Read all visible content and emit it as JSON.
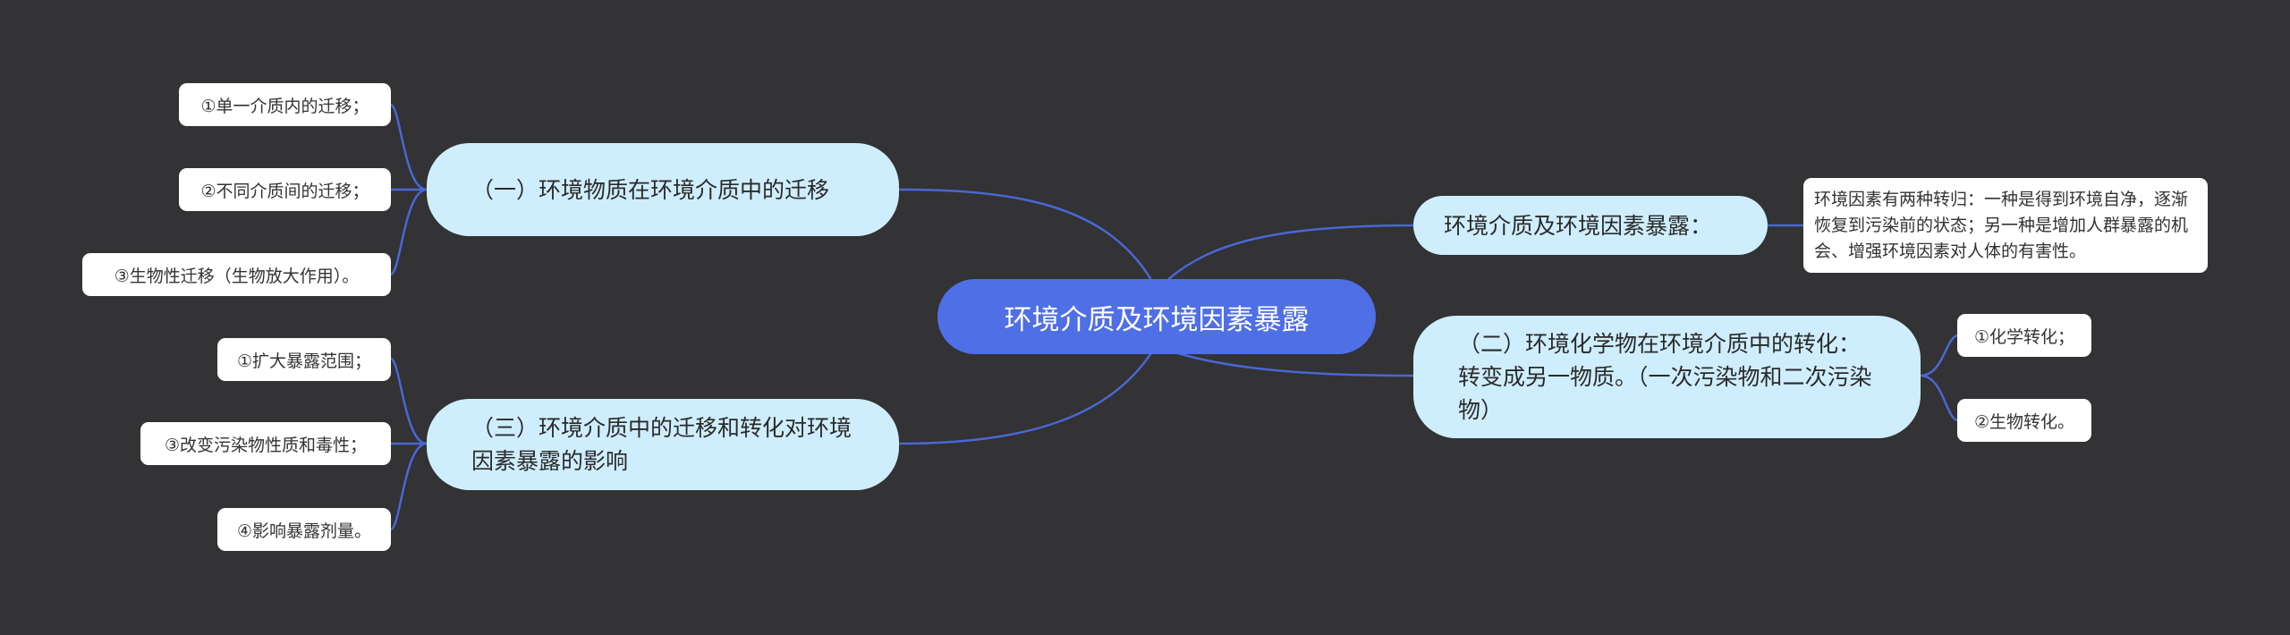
{
  "root": {
    "label": "环境介质及环境因素暴露"
  },
  "branches": {
    "one": {
      "label": "（一）环境物质在环境介质中的迁移",
      "children": [
        "①单一介质内的迁移；",
        "②不同介质间的迁移；",
        "③生物性迁移（生物放大作用）。"
      ]
    },
    "three": {
      "label": "（三）环境介质中的迁移和转化对环境因素暴露的影响",
      "children": [
        "①扩大暴露范围；",
        "③改变污染物性质和毒性；",
        "④影响暴露剂量。"
      ]
    },
    "exposure": {
      "label": "环境介质及环境因素暴露：",
      "note": "环境因素有两种转归：一种是得到环境自净，逐渐恢复到污染前的状态；另一种是增加人群暴露的机会、增强环境因素对人体的有害性。"
    },
    "two": {
      "label": "（二）环境化学物在环境介质中的转化：转变成另一物质。（一次污染物和二次污染物）",
      "children": [
        "①化学转化；",
        "②生物转化。"
      ]
    }
  },
  "colors": {
    "background": "#333234",
    "root": "#4f6fe6",
    "main_node": "#cfeefd",
    "leaf_node": "#ffffff",
    "connector": "#4a67d6"
  }
}
